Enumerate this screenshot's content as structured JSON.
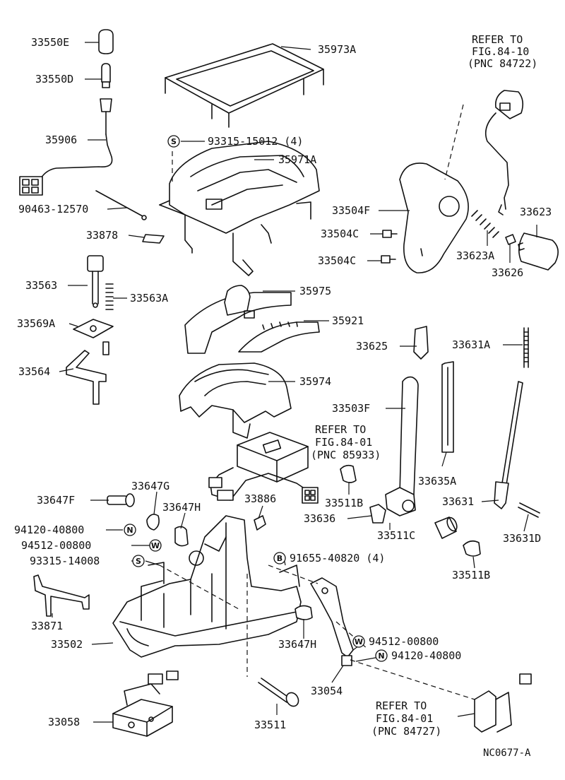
{
  "diagram": {
    "code": "NC0677-A",
    "callouts": [
      {
        "id": "p33550E",
        "text": "33550E"
      },
      {
        "id": "p33550D",
        "text": "33550D"
      },
      {
        "id": "p35906",
        "text": "35906"
      },
      {
        "id": "p90463",
        "text": "90463-12570"
      },
      {
        "id": "p33878",
        "text": "33878"
      },
      {
        "id": "p33563",
        "text": "33563"
      },
      {
        "id": "p33563A",
        "text": "33563A"
      },
      {
        "id": "p33569A",
        "text": "33569A"
      },
      {
        "id": "p33564",
        "text": "33564"
      },
      {
        "id": "p35973A",
        "text": "35973A"
      },
      {
        "id": "p93315a",
        "text": "93315-15012 (4)"
      },
      {
        "id": "p35971A",
        "text": "35971A"
      },
      {
        "id": "p35975",
        "text": "35975"
      },
      {
        "id": "p35921",
        "text": "35921"
      },
      {
        "id": "p35974",
        "text": "35974"
      },
      {
        "id": "p33504F",
        "text": "33504F"
      },
      {
        "id": "p33504C1",
        "text": "33504C"
      },
      {
        "id": "p33504C2",
        "text": "33504C"
      },
      {
        "id": "p33623",
        "text": "33623"
      },
      {
        "id": "p33623A",
        "text": "33623A"
      },
      {
        "id": "p33626",
        "text": "33626"
      },
      {
        "id": "p33625",
        "text": "33625"
      },
      {
        "id": "p33631A",
        "text": "33631A"
      },
      {
        "id": "p33503F",
        "text": "33503F"
      },
      {
        "id": "p33635A",
        "text": "33635A"
      },
      {
        "id": "p33631",
        "text": "33631"
      },
      {
        "id": "p33631D",
        "text": "33631D"
      },
      {
        "id": "p33511B1",
        "text": "33511B"
      },
      {
        "id": "p33636",
        "text": "33636"
      },
      {
        "id": "p33511C",
        "text": "33511C"
      },
      {
        "id": "p33511B2",
        "text": "33511B"
      },
      {
        "id": "p33647F",
        "text": "33647F"
      },
      {
        "id": "p33647G",
        "text": "33647G"
      },
      {
        "id": "p33647H1",
        "text": "33647H"
      },
      {
        "id": "p33886",
        "text": "33886"
      },
      {
        "id": "p94120a",
        "text": "94120-40800"
      },
      {
        "id": "p94512a",
        "text": "94512-00800"
      },
      {
        "id": "p93315b",
        "text": "93315-14008"
      },
      {
        "id": "p91655",
        "text": "91655-40820 (4)"
      },
      {
        "id": "p33871",
        "text": "33871"
      },
      {
        "id": "p33502",
        "text": "33502"
      },
      {
        "id": "p33647H2",
        "text": "33647H"
      },
      {
        "id": "p94512b",
        "text": "94512-00800"
      },
      {
        "id": "p94120b",
        "text": "94120-40800"
      },
      {
        "id": "p33058",
        "text": "33058"
      },
      {
        "id": "p33511",
        "text": "33511"
      },
      {
        "id": "p33054",
        "text": "33054"
      }
    ],
    "refers": [
      {
        "line1": "REFER TO",
        "line2": "FIG.84-10",
        "line3": "(PNC 84722)"
      },
      {
        "line1": "REFER TO",
        "line2": "FIG.84-01",
        "line3": "(PNC 85933)"
      },
      {
        "line1": "REFER TO",
        "line2": "FIG.84-01",
        "line3": "(PNC 84727)"
      }
    ],
    "symbols": {
      "s": "S",
      "w": "W",
      "n": "N",
      "b": "B"
    }
  }
}
